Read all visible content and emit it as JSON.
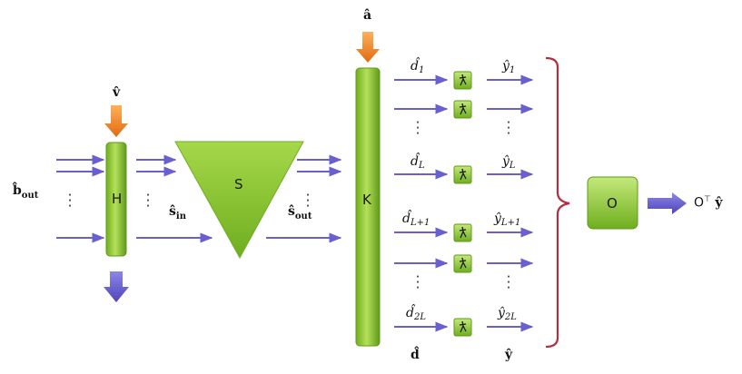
{
  "blocks": {
    "H": "H",
    "S": "S",
    "K": "K",
    "O": "O"
  },
  "labels": {
    "b_out": "b̂",
    "b_out_sub": "out",
    "v_hat": "v̂",
    "a_hat": "â",
    "s_in": "ŝ",
    "s_in_sub": "in",
    "s_out": "ŝ",
    "s_out_sub": "out",
    "d1": "d̂",
    "d1_sub": "1",
    "dL": "d̂",
    "dL_sub": "L",
    "dL1": "d̂",
    "dL1_sub": "L+1",
    "d2L": "d̂",
    "d2L_sub": "2L",
    "y1": "ŷ",
    "y1_sub": "1",
    "yL": "ŷ",
    "yL_sub": "L",
    "yL1": "ŷ",
    "yL1_sub": "L+1",
    "y2L": "ŷ",
    "y2L_sub": "2L",
    "d_vec": "d̂",
    "y_vec": "ŷ",
    "output": "O",
    "output_sup": "⊤",
    "output_y": "ŷ"
  },
  "colors": {
    "green": "#8cc63f",
    "green_dark": "#5f9a1a",
    "arrow_purple": "#6a5fd0",
    "arrow_orange": "#f07f1e",
    "brace_red": "#b03040"
  },
  "icons": {
    "element_icon": "dancing-figure-icon"
  }
}
